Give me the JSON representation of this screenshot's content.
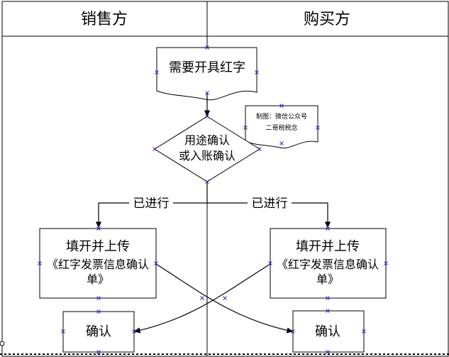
{
  "lanes": {
    "seller": "销售方",
    "buyer": "购买方"
  },
  "nodes": {
    "start": "需要开具红字",
    "note_line1": "制图：微信公众号",
    "note_line2": "二哥税税念",
    "decision_line1": "用途确认",
    "decision_line2": "或入账确认",
    "seller_upload_title": "填开并上传",
    "seller_upload_line1": "《红字发票信息确认",
    "seller_upload_line2": "单》",
    "buyer_upload_title": "填开并上传",
    "buyer_upload_line1": "《红字发票信息确认",
    "buyer_upload_line2": "单》",
    "seller_confirm": "确认",
    "buyer_confirm": "确认"
  },
  "edges": {
    "left_label": "已进行",
    "right_label": "已进行"
  },
  "colors": {
    "line": "#000000",
    "handle": "#2233cc",
    "background": "#ffffff"
  }
}
